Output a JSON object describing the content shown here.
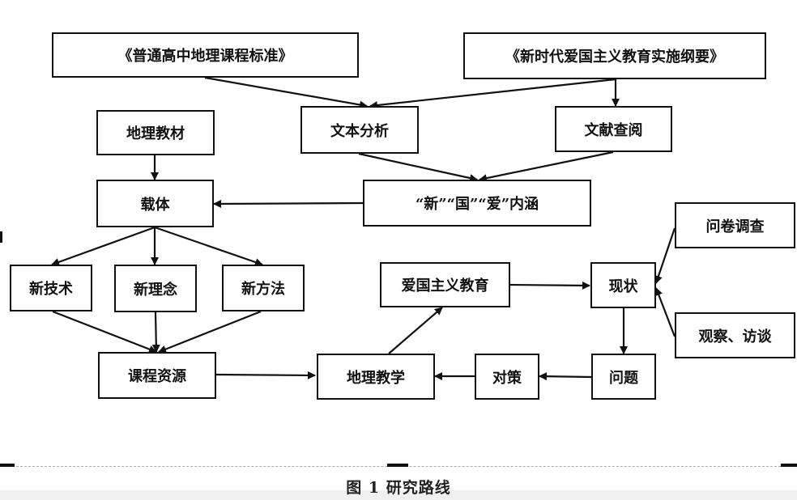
{
  "nodes": {
    "std_geo": "《普通高中地理课程标准》",
    "outline": "《新时代爱国主义教育实施纲要》",
    "text_analysis": "文本分析",
    "lit_review": "文献查阅",
    "geo_textbook": "地理教材",
    "carrier": "载体",
    "connotation": "“新”“国”“爱”内涵",
    "new_tech": "新技术",
    "new_concept": "新理念",
    "new_method": "新方法",
    "course_resource": "课程资源",
    "geo_teaching": "地理教学",
    "patriotic_edu": "爱国主义教育",
    "status": "现状",
    "questionnaire": "问卷调查",
    "observe_interview": "观察、访谈",
    "problem": "问题",
    "strategy": "对策"
  },
  "caption": "图 1  研究路线"
}
